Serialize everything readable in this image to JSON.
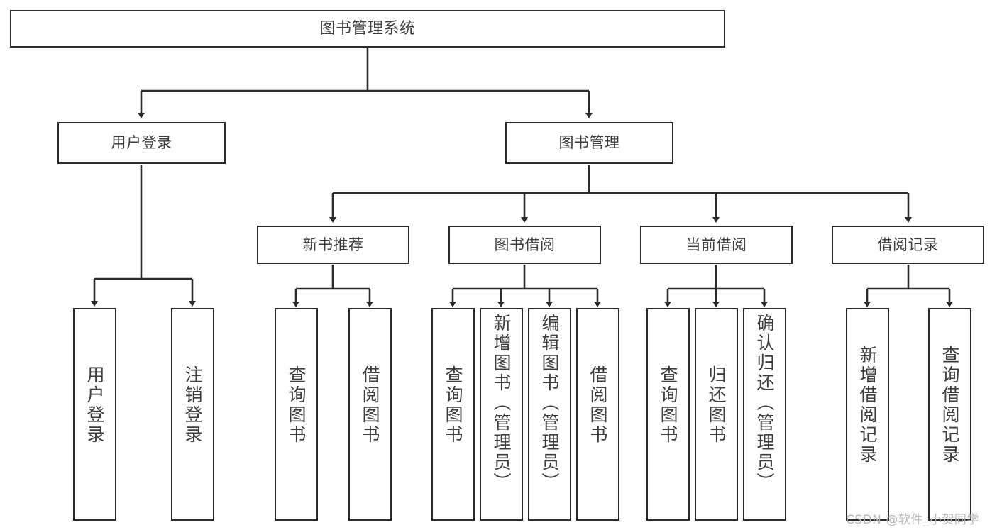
{
  "diagram": {
    "title": "图书管理系统",
    "type": "hierarchy-tree",
    "watermark": "CSDN @软件_小贺同学",
    "colors": {
      "stroke": "#2b2b2b",
      "text": "#3c3c3c",
      "background": "#ffffff",
      "watermark": "#b9b9b9"
    }
  },
  "nodes": {
    "root": {
      "label": "图书管理系统"
    },
    "level1": [
      {
        "id": "user-login",
        "label": "用户登录"
      },
      {
        "id": "book-manage",
        "label": "图书管理"
      }
    ],
    "level2": [
      {
        "id": "new-book-rec",
        "label": "新书推荐",
        "parent": "book-manage"
      },
      {
        "id": "book-borrow",
        "label": "图书借阅",
        "parent": "book-manage"
      },
      {
        "id": "current-borrow",
        "label": "当前借阅",
        "parent": "book-manage"
      },
      {
        "id": "borrow-record",
        "label": "借阅记录",
        "parent": "book-manage"
      }
    ],
    "leaves": [
      {
        "id": "leaf-user-login",
        "label": "用户登录",
        "parent": "user-login"
      },
      {
        "id": "leaf-logout-login",
        "label": "注销登录",
        "parent": "user-login"
      },
      {
        "id": "leaf-query-book-1",
        "label": "查询图书",
        "parent": "new-book-rec"
      },
      {
        "id": "leaf-borrow-book-1",
        "label": "借阅图书",
        "parent": "new-book-rec"
      },
      {
        "id": "leaf-query-book-2",
        "label": "查询图书",
        "parent": "book-borrow"
      },
      {
        "id": "leaf-add-book",
        "label": "新增图书（管理员）",
        "parent": "book-borrow"
      },
      {
        "id": "leaf-edit-book",
        "label": "编辑图书（管理员）",
        "parent": "book-borrow"
      },
      {
        "id": "leaf-borrow-book-2",
        "label": "借阅图书",
        "parent": "book-borrow"
      },
      {
        "id": "leaf-query-book-3",
        "label": "查询图书",
        "parent": "current-borrow"
      },
      {
        "id": "leaf-return-book",
        "label": "归还图书",
        "parent": "current-borrow"
      },
      {
        "id": "leaf-confirm-return",
        "label": "确认归还（管理员）",
        "parent": "current-borrow"
      },
      {
        "id": "leaf-add-record",
        "label": "新增借阅记录",
        "parent": "borrow-record"
      },
      {
        "id": "leaf-query-record",
        "label": "查询借阅记录",
        "parent": "borrow-record"
      }
    ]
  }
}
